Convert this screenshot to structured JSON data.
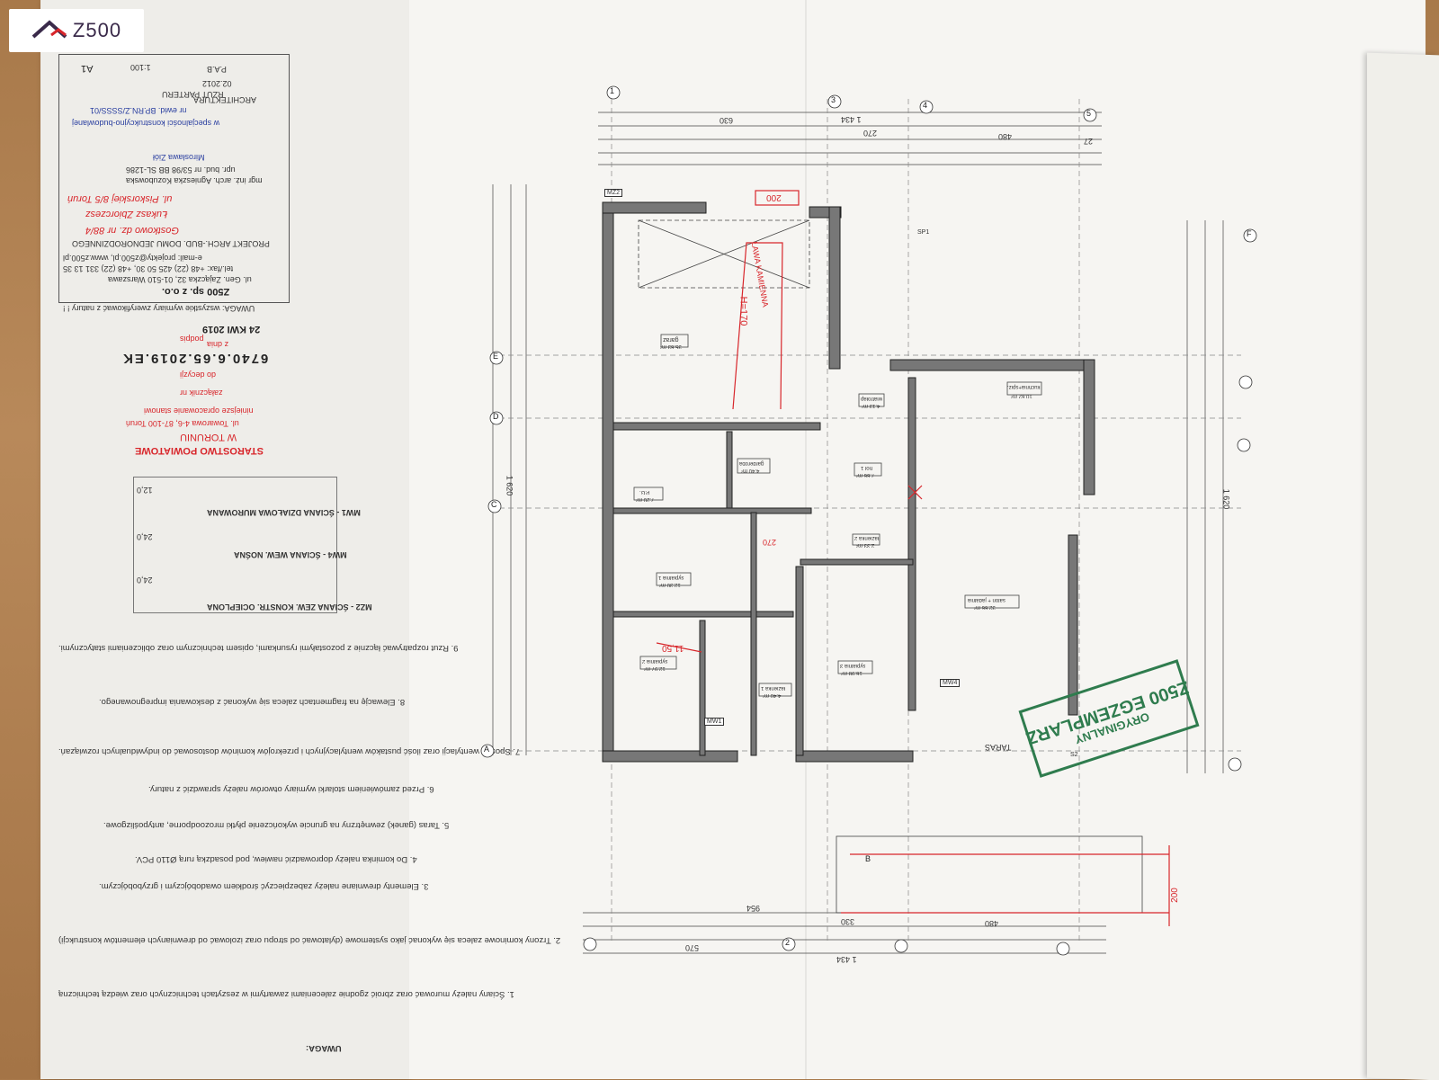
{
  "logo": {
    "text": "Z500"
  },
  "starostwo": {
    "line1": "STAROSTWO POWIATOWE",
    "line2": "W TORUNIU",
    "line3": "ul. Towarowa 4-6, 87-100 Toruń",
    "line4": "niniejsze opracowanie stanowi",
    "line5": "załącznik nr",
    "line6": "do decyzji",
    "line7": "z dnia",
    "decision_no": "6740.6.65.2019.EK",
    "date": "24 KWI 2019",
    "sign": "podpis"
  },
  "title_block": {
    "warning": "UWAGA: wszystkie wymiary zweryfikować z natury ! !",
    "company": "Z500 sp. z o.o.",
    "address": "ul. Gen. Zajączka 32, 01-510 Warszawa",
    "phone": "tel./fax: +48 (22) 425 50 30, +48 (22) 331 13 35",
    "email": "e-mail: projekty@z500.pl, www.z500.pl",
    "project": "PROJEKT ARCH.-BUD. DOMU JEDNORODZINNEGO",
    "handwritten1": "Gostkowo  dz. nr 88/4",
    "handwritten2": "Łukasz Zbiorczesz",
    "handwritten3": "ul. Piskorskiej 8/5 Toruń",
    "designer": "mgr inż. arch. Agnieszka Kozubowska",
    "designer_license": "upr. bud. nr 53/98 BB SL-1286",
    "stamp_blue1": "Mirosława Ziół",
    "stamp_blue2": "w specjalności konstrukcyjno-budowlanej",
    "stamp_blue3": "nr ewid. BP.RN.Z/SSSS/01",
    "drawing": "RZUT PARTERU",
    "discipline": "ARCHITEKTURA",
    "scale": "1:100",
    "sheet": "A1",
    "date_code": "02.2012",
    "code": "P.A.B"
  },
  "legend": [
    {
      "code": "MZ2 - ŚCIANA ZEW. KONSTR. OCIEPLONA",
      "thickness": "24,0"
    },
    {
      "code": "MW4 - ŚCIANA WEW. NOŚNA",
      "thickness": "24,0"
    },
    {
      "code": "MW1 - ŚCIANA DZIAŁOWA MUROWANA",
      "thickness": "12,0"
    }
  ],
  "notes": {
    "header": "UWAGA:",
    "items": [
      "1. Ściany należy murować oraz zbroić zgodnie zaleceniami zawartymi w zeszytach technicznych oraz wiedzą techniczną",
      "2. Trzony kominowe zaleca się wykonać jako systemowe (dylatować od stropu oraz izolować od drewnianych elementów konstrukcji)",
      "3. Elementy drewniane należy zabezpieczyć środkiem owadobójczym i grzybobójczym.",
      "4. Do kominka należy doprowadzić nawiew, pod posadzką rurą Ø110 PCV.",
      "5. Taras (ganek) zewnętrzny na gruncie wykończenie płytki mrozoodporne, antypoślizgowe.",
      "6. Przed zamówieniem stolarki wymiary otworów należy sprawdzić z natury.",
      "7. Sposób wentylacji oraz ilość pustaków wentylacyjnych i przekrojów kominów dostosować do indywidualnych rozwiązań.",
      "8. Elewację na fragmentach zaleca się wykonać z deskowania impregnowanego.",
      "9. Rzut rozpatrywać łącznie z pozostałymi rysunkami, opisem technicznym oraz obliczeniami statycznymi."
    ]
  },
  "plan": {
    "rooms": [
      {
        "name": "garaż",
        "area": "35.63 m²"
      },
      {
        "name": "kuchnia+spiż.",
        "area": "10.62 m²"
      },
      {
        "name": "garderoba",
        "area": "4.40 m²"
      },
      {
        "name": "P.G.",
        "area": "7.20 m²"
      },
      {
        "name": "hol 1",
        "area": "7.66 m²"
      },
      {
        "name": "salon + jadalnia",
        "area": "32.66 m²"
      },
      {
        "name": "sypialnia 1",
        "area": "12.30 m²"
      },
      {
        "name": "łazienka 2",
        "area": "2.33 m²"
      },
      {
        "name": "sypialnia 2",
        "area": "12.97 m²"
      },
      {
        "name": "sypialnia 3",
        "area": "16.98 m²"
      },
      {
        "name": "łazienka 1",
        "area": "4.40 m²"
      },
      {
        "name": "wiatrołap",
        "area": "4.13 m²"
      }
    ],
    "axis_top": [
      "1",
      "2",
      "3",
      "4",
      "5"
    ],
    "axis_side": [
      "A",
      "B",
      "C",
      "D",
      "E",
      "F"
    ],
    "dim_total_width": "1 434",
    "dim_total_depth": "1 620",
    "dims_top": [
      "630",
      "270",
      "480",
      "27"
    ],
    "dims_bottom": [
      "570",
      "954",
      "480",
      "330"
    ],
    "terrace": "TARAS",
    "red_marks": [
      "H=170",
      "ŁAWA KAMIENNA",
      "11,50",
      "200",
      "270",
      "200"
    ],
    "wall_tags": [
      "MZ2",
      "MW4",
      "MW1",
      "SP1",
      "S2"
    ]
  },
  "stamp": {
    "line1": "Z500 EGZEMPLARZ",
    "line2": "ORYGINALNY"
  }
}
